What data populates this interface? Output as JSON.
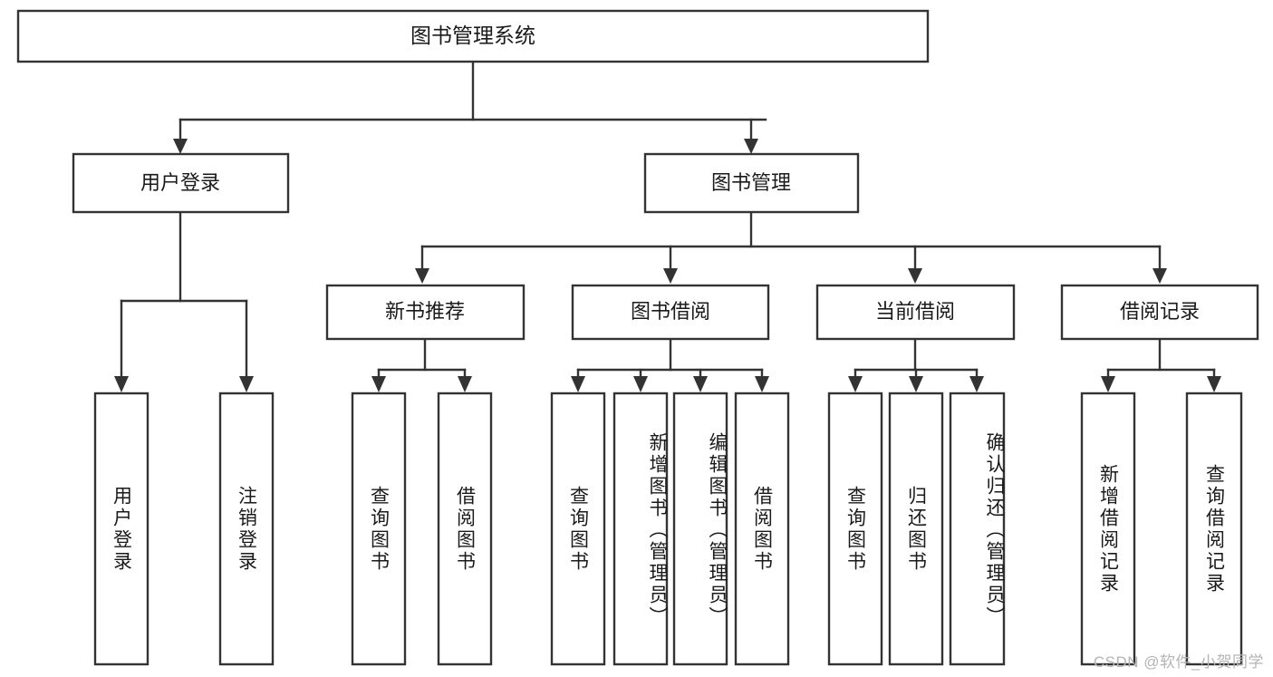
{
  "diagram": {
    "type": "tree-hierarchy",
    "title": "图书管理系统",
    "orientation": "top-down",
    "colors": {
      "box_fill": "#ffffff",
      "box_stroke": "#333333",
      "text": "#1a1a1a",
      "watermark": "#b4b4b4",
      "background": "#ffffff"
    },
    "root": {
      "label": "图书管理系统"
    },
    "level2": [
      {
        "label": "用户登录"
      },
      {
        "label": "图书管理"
      }
    ],
    "level3": [
      {
        "label": "新书推荐"
      },
      {
        "label": "图书借阅"
      },
      {
        "label": "当前借阅"
      },
      {
        "label": "借阅记录"
      }
    ],
    "leaves": {
      "user_login": [
        {
          "label": "用户登录"
        },
        {
          "label": "注销登录"
        }
      ],
      "new_book_recommend": [
        {
          "label": "查询图书"
        },
        {
          "label": "借阅图书"
        }
      ],
      "book_borrow": [
        {
          "label": "查询图书"
        },
        {
          "label": "新增图书（管理员）"
        },
        {
          "label": "编辑图书（管理员）"
        },
        {
          "label": "借阅图书"
        }
      ],
      "current_borrow": [
        {
          "label": "查询图书"
        },
        {
          "label": "归还图书"
        },
        {
          "label": "确认归还（管理员）"
        }
      ],
      "borrow_record": [
        {
          "label": "新增借阅记录"
        },
        {
          "label": "查询借阅记录"
        }
      ]
    }
  },
  "watermark": {
    "text": "CSDN @软件_小贺同学"
  }
}
